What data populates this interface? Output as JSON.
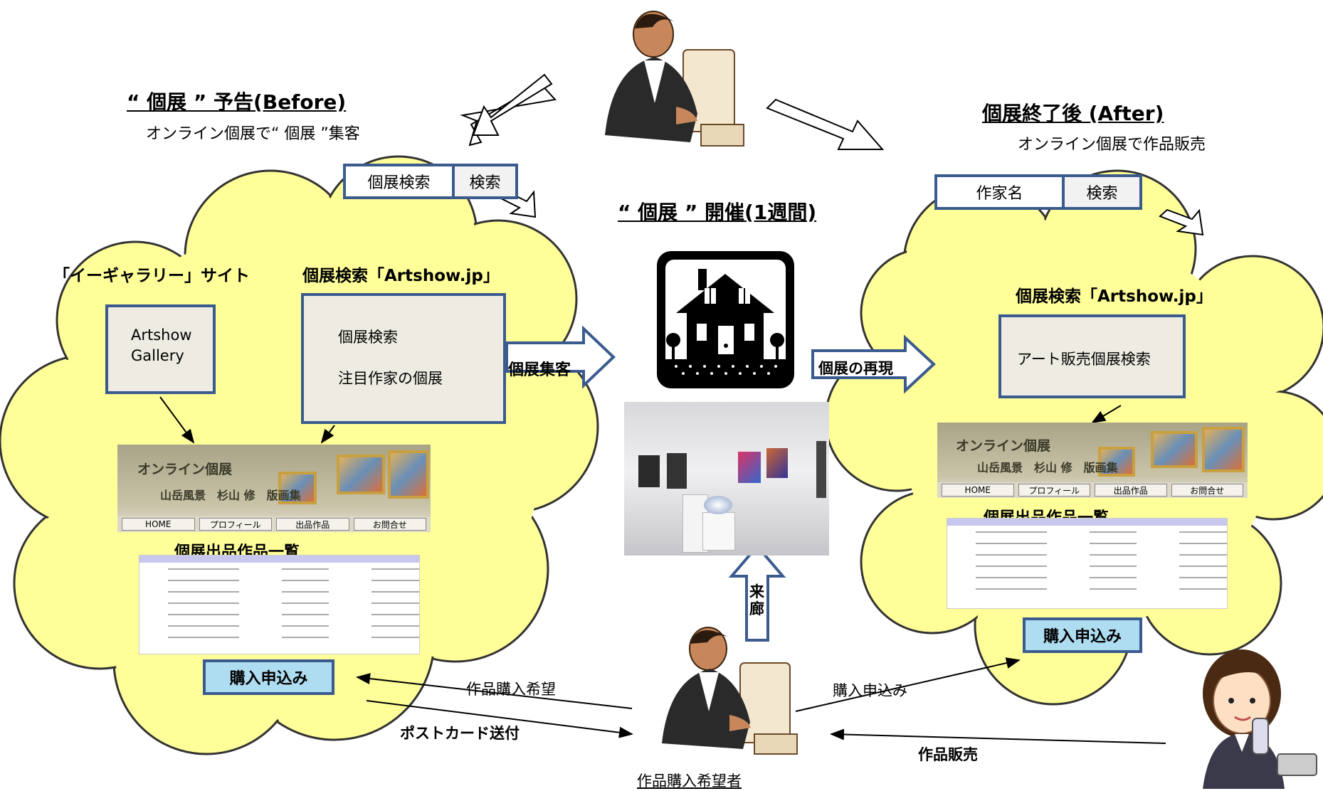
{
  "before": {
    "title": "“ 個展 ” 予告(Before)",
    "subtitle": "オンライン個展で“ 個展 ”集客",
    "search_field": "個展検索",
    "search_button": "検索",
    "gallery_site_label": "「イーギャラリー」サイト",
    "gallery_box": "Artshow\nGallery",
    "artshow_label": "個展検索「Artshow.jp」",
    "artshow_items": [
      "個展検索",
      "注目作家の個展"
    ],
    "flow_arrow": "個展集客",
    "list_title": "個展出品作品一覧",
    "buy_button": "購入申込み"
  },
  "center": {
    "title": "“ 個展 ” 開催(1週間)",
    "visit_arrow": "来廊",
    "buyer_label": "作品購入希望者"
  },
  "after": {
    "title": "個展終了後 (After)",
    "subtitle": "オンライン個展で作品販売",
    "search_field": "作家名",
    "search_button": "検索",
    "flow_arrow": "個展の再現",
    "artshow_label": "個展検索「Artshow.jp」",
    "artshow_item": "アート販売個展検索",
    "list_title": "個展出品作品一覧",
    "buy_button": "購入申込み"
  },
  "website": {
    "title": "オンライン個展",
    "subtitle": "山岳風景　杉山 修　版画集",
    "nav": [
      "HOME",
      "プロフィール",
      "出品作品",
      "お問合せ"
    ]
  },
  "flows": {
    "wish": "作品購入希望",
    "postcard": "ポストカード送付",
    "apply": "購入申込み",
    "sale": "作品販売"
  },
  "colors": {
    "cloud": "#ffff99",
    "cloud_outline": "#333333",
    "box_border": "#3b5b8f",
    "buy_fill": "#aedcf0",
    "panel_fill": "#eeece2"
  }
}
